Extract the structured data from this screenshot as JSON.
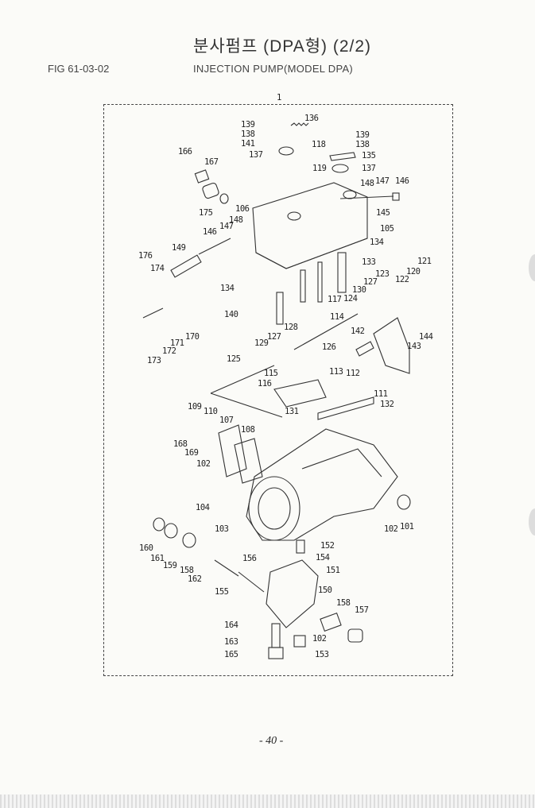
{
  "header": {
    "title_korean": "분사펌프 (DPA형)  (2/2)",
    "figure_number": "FIG 61-03-02",
    "title_english": "INJECTION PUMP(MODEL DPA)"
  },
  "diagram": {
    "callouts": [
      "1",
      "136",
      "139",
      "138",
      "141",
      "137",
      "118",
      "139",
      "138",
      "135",
      "119",
      "137",
      "166",
      "167",
      "148",
      "147",
      "146",
      "175",
      "106",
      "145",
      "148",
      "147",
      "146",
      "105",
      "134",
      "149",
      "176",
      "174",
      "133",
      "121",
      "120",
      "123",
      "122",
      "127",
      "130",
      "134",
      "124",
      "117",
      "140",
      "114",
      "173",
      "172",
      "171",
      "170",
      "128",
      "127",
      "129",
      "142",
      "144",
      "143",
      "126",
      "125",
      "115",
      "113",
      "112",
      "116",
      "111",
      "132",
      "109",
      "110",
      "131",
      "107",
      "108",
      "168",
      "169",
      "102",
      "104",
      "103",
      "102",
      "101",
      "160",
      "161",
      "159",
      "158",
      "162",
      "152",
      "156",
      "154",
      "151",
      "155",
      "150",
      "158",
      "157",
      "164",
      "102",
      "163",
      "165",
      "153"
    ]
  },
  "footer": {
    "page_number": "- 40 -"
  }
}
